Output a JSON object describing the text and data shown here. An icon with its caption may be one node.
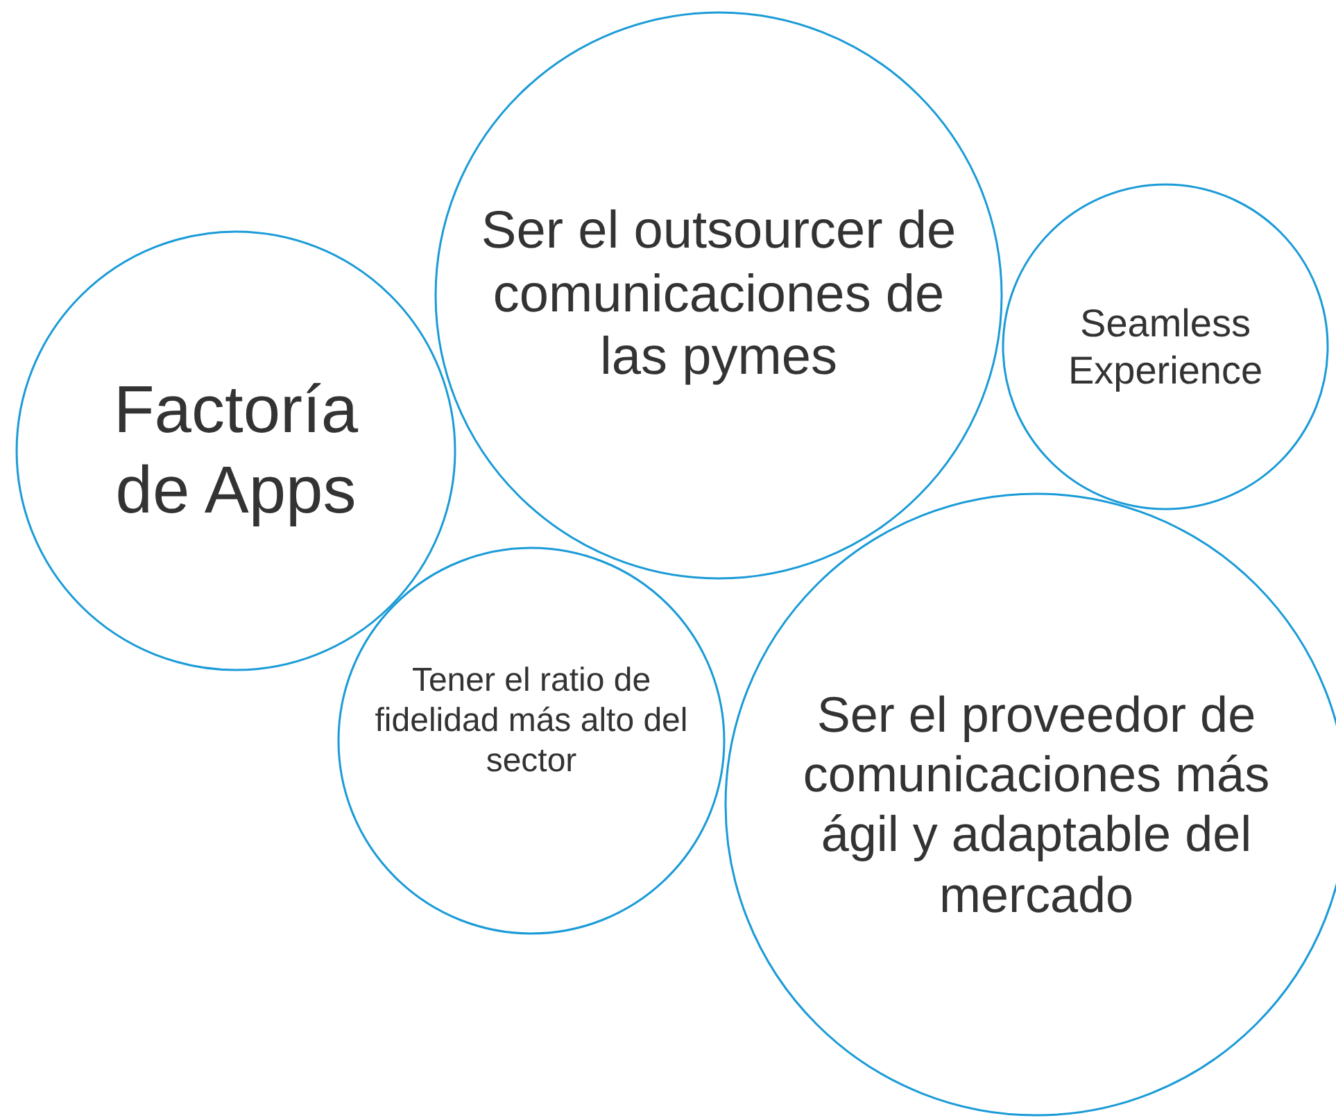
{
  "diagram": {
    "nodes": [
      {
        "text": [
          "Factoría de Apps"
        ]
      },
      {
        "text": [
          "Ser el outsourcer de comunicaciones de las pymes"
        ]
      },
      {
        "text": [
          "Seamless Experience"
        ]
      },
      {
        "text": [
          "Tener el ratio de fidelidad más alto del sector"
        ]
      },
      {
        "text": [
          "Ser el proveedor de comunicaciones más ágil y adaptable del mercado"
        ]
      }
    ]
  }
}
